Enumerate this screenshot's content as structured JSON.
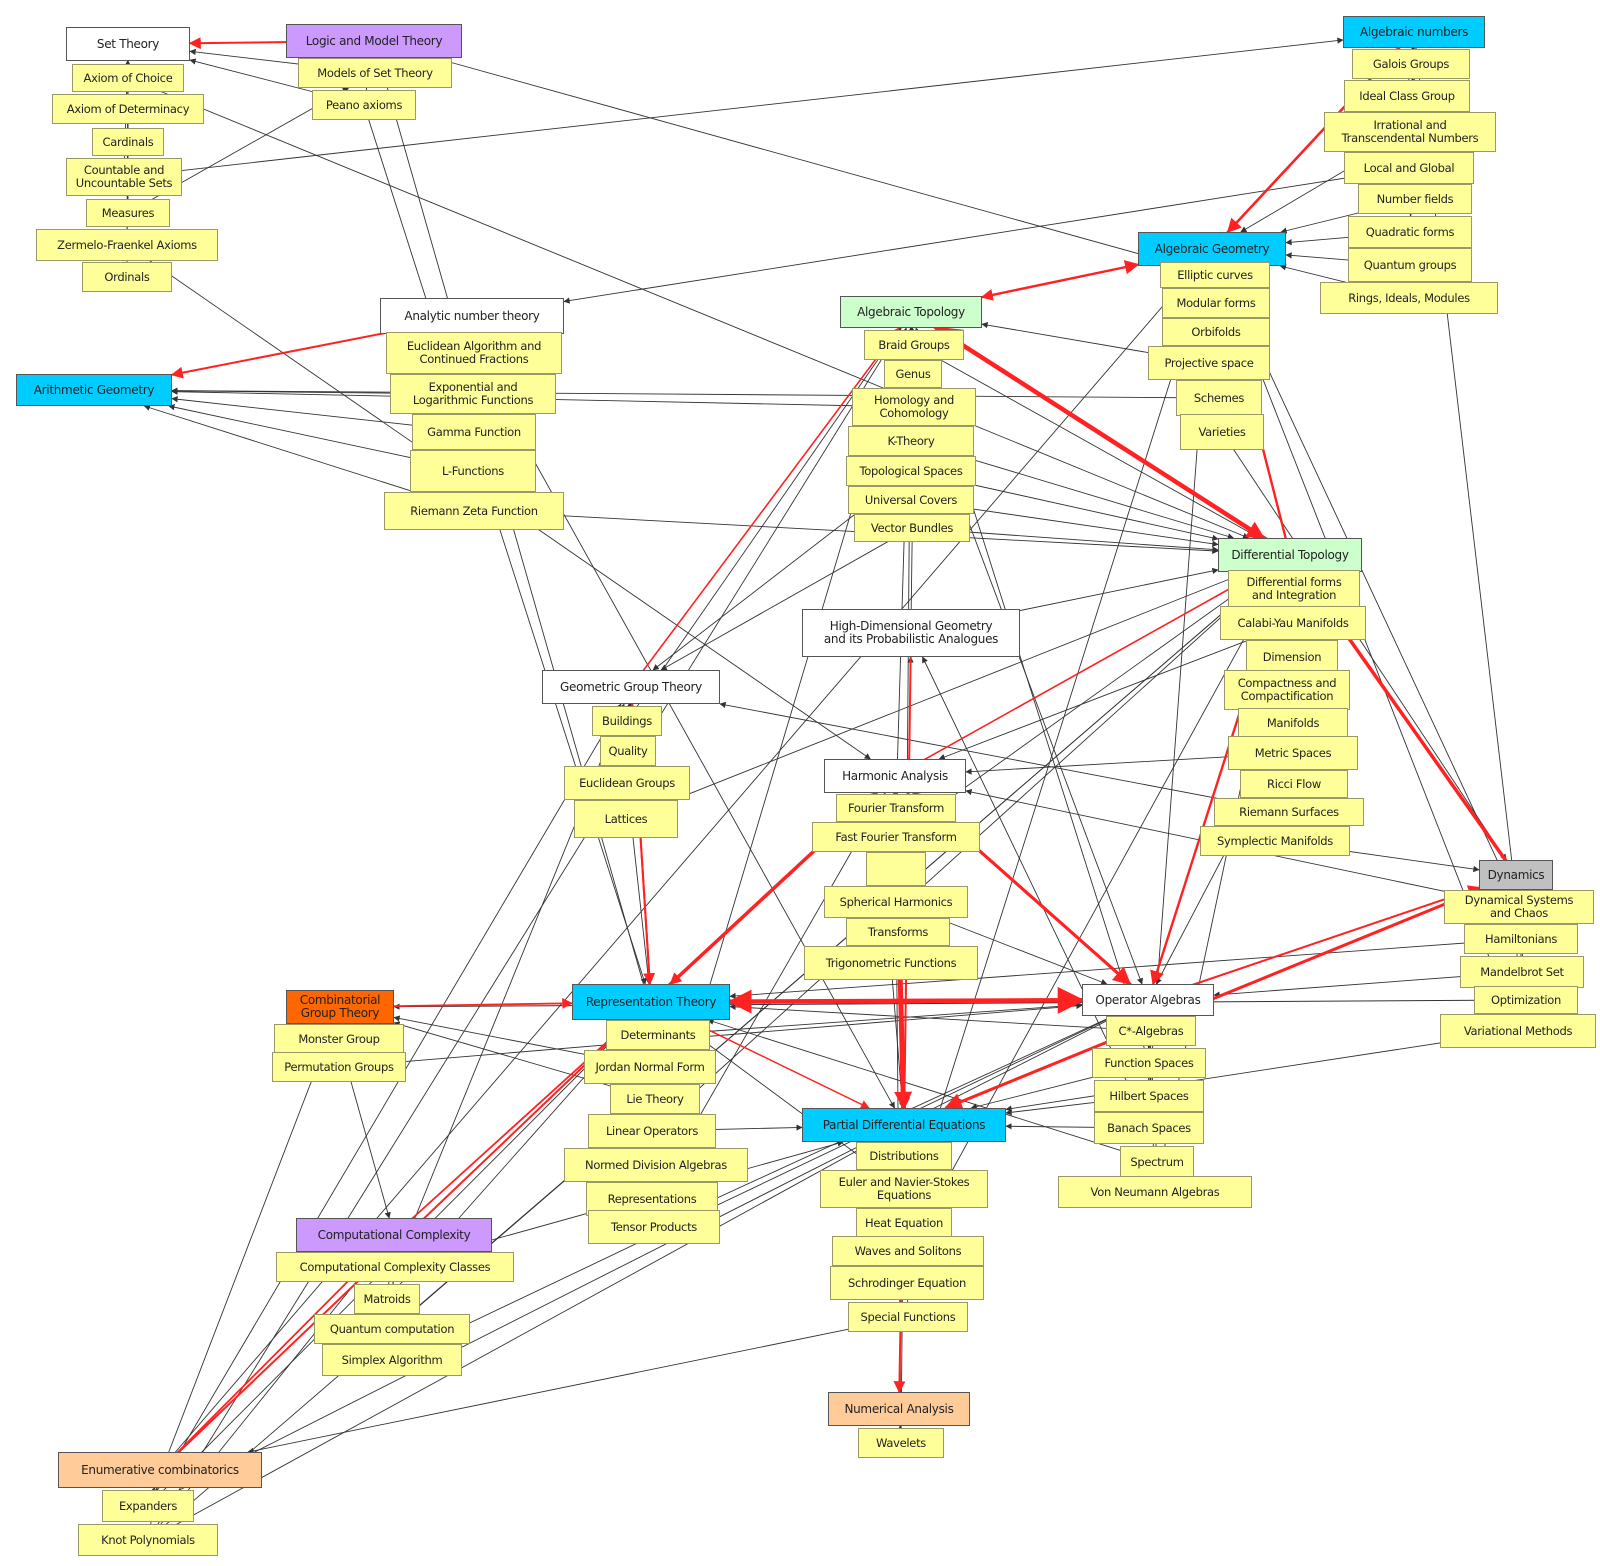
{
  "colors": {
    "white": "#ffffff",
    "cyan": "#00ccff",
    "lavender": "#cc99ff",
    "mint": "#ccffcc",
    "orange": "#ff6600",
    "peach": "#ffcc99",
    "gray": "#c0c0c0",
    "leaf": "#ffff99",
    "edge": "#333333",
    "edge_red": "#ff2222"
  },
  "topics": [
    {
      "id": "set",
      "label": "Set Theory",
      "color": "white",
      "subs": [
        "Axiom of Choice",
        "Axiom of Determinacy",
        "Cardinals",
        "Countable and\nUncountable Sets",
        "Measures",
        "Zermelo-Fraenkel Axioms",
        "Ordinals"
      ]
    },
    {
      "id": "logic",
      "label": "Logic and Model Theory",
      "color": "lavender",
      "subs": [
        "Models of Set Theory",
        "Peano axioms"
      ]
    },
    {
      "id": "algnum",
      "label": "Algebraic numbers",
      "color": "cyan",
      "subs": [
        "Galois Groups",
        "Ideal Class Group",
        "Irrational and\nTranscendental Numbers",
        "Local and Global",
        "Number fields",
        "Quadratic forms",
        "Quantum groups",
        "Rings, Ideals, Modules"
      ]
    },
    {
      "id": "alggeo",
      "label": "Algebraic Geometry",
      "color": "cyan",
      "subs": [
        "Elliptic curves",
        "Modular forms",
        "Orbifolds",
        "Projective space",
        "Schemes",
        "Varieties"
      ]
    },
    {
      "id": "algtop",
      "label": "Algebraic Topology",
      "color": "mint",
      "subs": [
        "Braid Groups",
        "Genus",
        "Homology and\nCohomology",
        "K-Theory",
        "Topological Spaces",
        "Universal Covers",
        "Vector Bundles"
      ]
    },
    {
      "id": "ant",
      "label": "Analytic number theory",
      "color": "white",
      "subs": [
        "Euclidean Algorithm and\nContinued Fractions",
        "Exponential and\nLogarithmic Functions",
        "Gamma Function",
        "L-Functions",
        "Riemann Zeta Function"
      ]
    },
    {
      "id": "arith",
      "label": "Arithmetic Geometry",
      "color": "cyan",
      "subs": []
    },
    {
      "id": "difftop",
      "label": "Differential Topology",
      "color": "mint",
      "subs": [
        "Differential forms\nand Integration",
        "Calabi-Yau Manifolds",
        "Dimension",
        "Compactness and\nCompactification",
        "Manifolds",
        "Metric Spaces",
        "Ricci Flow",
        "Riemann Surfaces",
        "Symplectic Manifolds"
      ]
    },
    {
      "id": "hdg",
      "label": "High-Dimensional Geometry\nand its Probabilistic Analogues",
      "color": "white",
      "subs": []
    },
    {
      "id": "ggt",
      "label": "Geometric Group Theory",
      "color": "white",
      "subs": [
        "Buildings",
        "Quality",
        "Euclidean Groups",
        "Lattices"
      ]
    },
    {
      "id": "harm",
      "label": "Harmonic Analysis",
      "color": "white",
      "subs": [
        "Fourier Transform",
        "Fast Fourier Transform",
        "",
        "Spherical Harmonics",
        "Transforms",
        "Trigonometric Functions"
      ]
    },
    {
      "id": "dyn",
      "label": "Dynamics",
      "color": "gray",
      "subs": [
        "Dynamical Systems\nand Chaos",
        "Hamiltonians",
        "Mandelbrot Set",
        "Optimization",
        "Variational Methods"
      ]
    },
    {
      "id": "cgt",
      "label": "Combinatorial\nGroup Theory",
      "color": "orange",
      "subs": [
        "Monster Group",
        "Permutation Groups"
      ]
    },
    {
      "id": "rep",
      "label": "Representation Theory",
      "color": "cyan",
      "subs": [
        "Determinants",
        "Jordan Normal Form",
        "Lie Theory",
        "Linear Operators",
        "Normed Division Algebras",
        "Representations",
        "Tensor Products"
      ]
    },
    {
      "id": "opalg",
      "label": "Operator Algebras",
      "color": "white",
      "subs": [
        "C*-Algebras",
        "Function Spaces",
        "Hilbert Spaces",
        "Banach Spaces",
        "Spectrum",
        "Von Neumann Algebras"
      ]
    },
    {
      "id": "pde",
      "label": "Partial Differential Equations",
      "color": "cyan",
      "subs": [
        "Distributions",
        "Euler and Navier-Stokes\nEquations",
        "Heat Equation",
        "Waves and Solitons",
        "Schrodinger Equation",
        "Special Functions"
      ]
    },
    {
      "id": "cc",
      "label": "Computational Complexity",
      "color": "lavender",
      "subs": [
        "Computational Complexity Classes",
        "Matroids",
        "Quantum computation",
        "Simplex Algorithm"
      ]
    },
    {
      "id": "num",
      "label": "Numerical Analysis",
      "color": "peach",
      "subs": [
        "Wavelets"
      ]
    },
    {
      "id": "enum",
      "label": "Enumerative combinatorics",
      "color": "peach",
      "subs": [
        "Expanders",
        "Knot Polynomials"
      ]
    }
  ]
}
